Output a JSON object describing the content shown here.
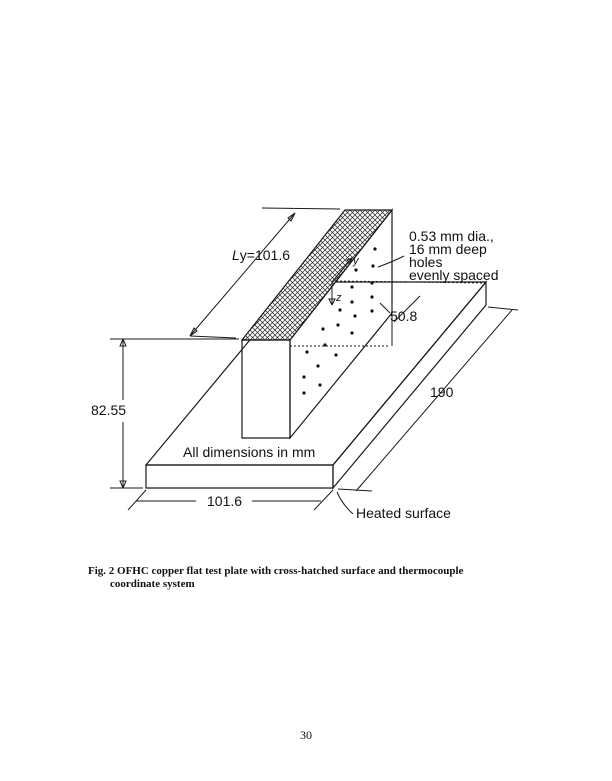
{
  "figure": {
    "labels": {
      "ly_prefix": "L",
      "ly_rest": "y=101.6",
      "hole_note_line1": "0.53 mm dia.,",
      "hole_note_line2": "16 mm deep",
      "hole_note_line3": "holes",
      "hole_note_line4": "evenly spaced",
      "axis_y": "y",
      "axis_z": "z",
      "dim_50_8": "50.8",
      "dim_190": "190",
      "dim_82_55": "82.55",
      "dim_101_6": "101.6",
      "all_dimensions": "All dimensions in mm",
      "heated_surface": "Heated surface"
    }
  },
  "caption": {
    "line1": "Fig. 2  OFHC copper flat test plate with cross-hatched surface and thermocouple",
    "line2": "coordinate system"
  },
  "page_number": "30"
}
